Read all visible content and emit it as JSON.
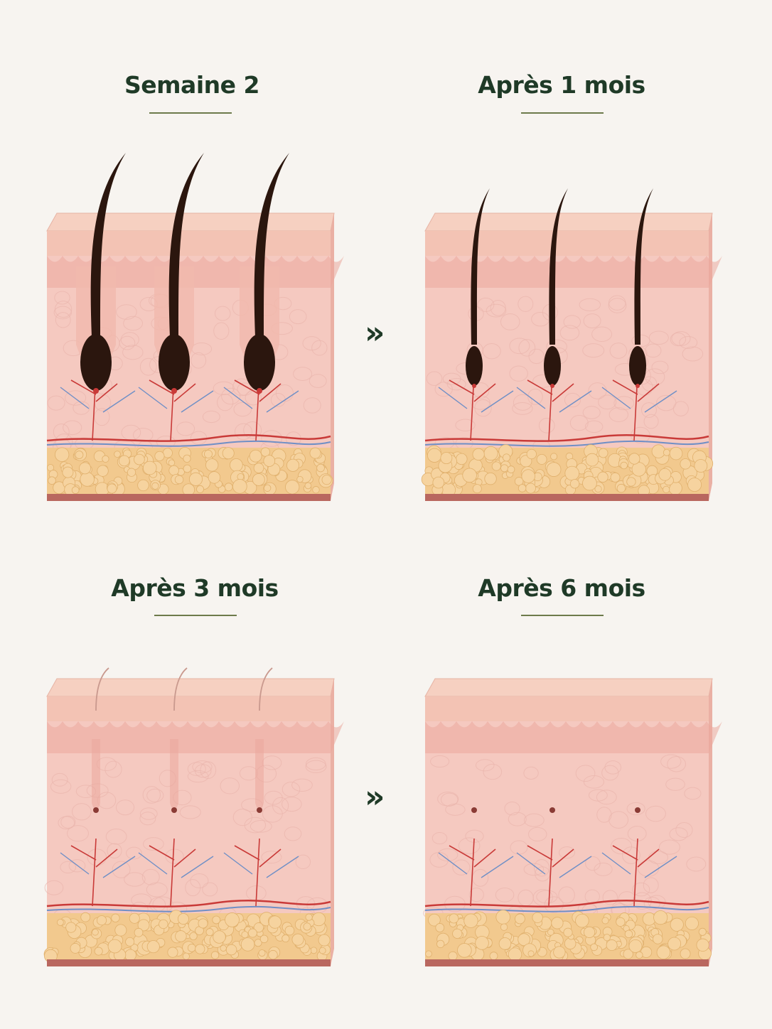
{
  "panels": [
    {
      "id": "week2",
      "title": "Semaine 2",
      "stage": "full"
    },
    {
      "id": "month1",
      "title": "Après 1 mois",
      "stage": "thin"
    },
    {
      "id": "month3",
      "title": "Après 3 mois",
      "stage": "faded"
    },
    {
      "id": "month6",
      "title": "Après 6 mois",
      "stage": "gone"
    }
  ],
  "arrows": [
    "»",
    "»"
  ],
  "colors": {
    "background": "#f7f4f0",
    "title": "#1f3a27",
    "underline": "#6d7a4b",
    "epidermis": "#f3c3b4",
    "dermis": "#f5c9c0",
    "fat": "#f6d39f",
    "hair": "#2b160e",
    "artery": "#c93a38",
    "vein": "#6f8fc6"
  }
}
